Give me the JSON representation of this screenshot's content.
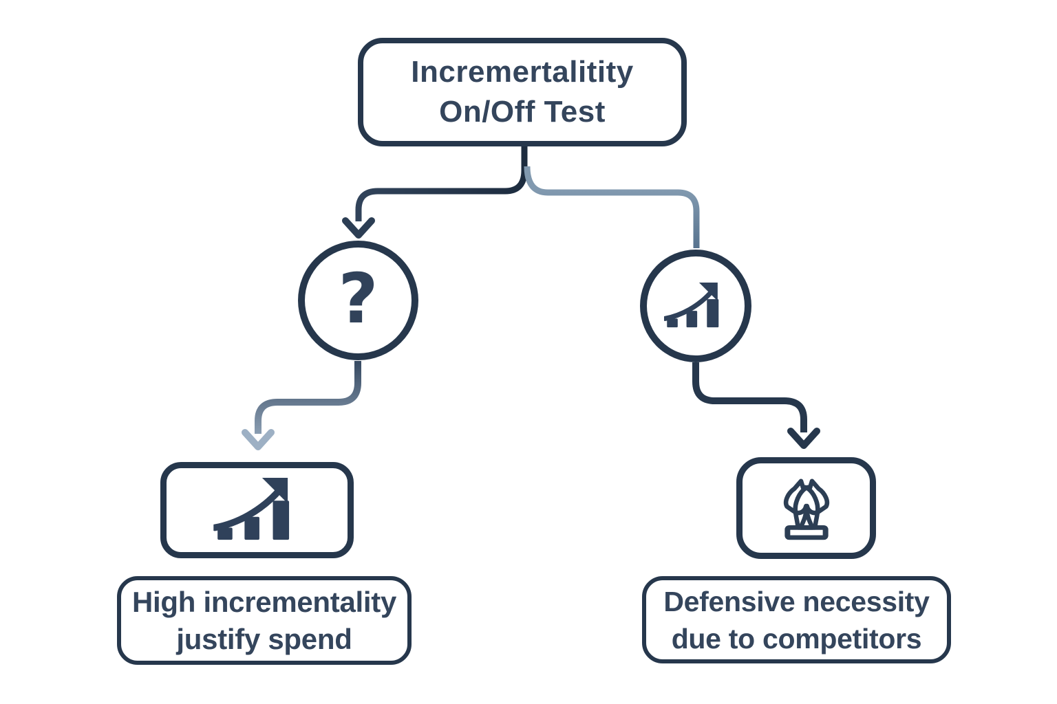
{
  "diagram": {
    "type": "flowchart",
    "background": "#ffffff",
    "colors": {
      "outline_dark": "#26374c",
      "text": "#34455c",
      "connector_light": "#8199af",
      "connector_light_deep": "#54708c"
    },
    "root": {
      "line1": "Incremertalitity",
      "line2": "On/Off Test"
    },
    "branch_left": {
      "decision_icon": "question-mark-circle",
      "decision_glyph": "?",
      "outcome_icon": "growth-chart",
      "result": {
        "line1": "High incrementality",
        "line2": "justify spend"
      }
    },
    "branch_right": {
      "decision_icon": "growth-chart-circle",
      "outcome_icon": "chess-knights",
      "result": {
        "line1": "Defensive necessity",
        "line2": "due to competitors"
      }
    }
  }
}
